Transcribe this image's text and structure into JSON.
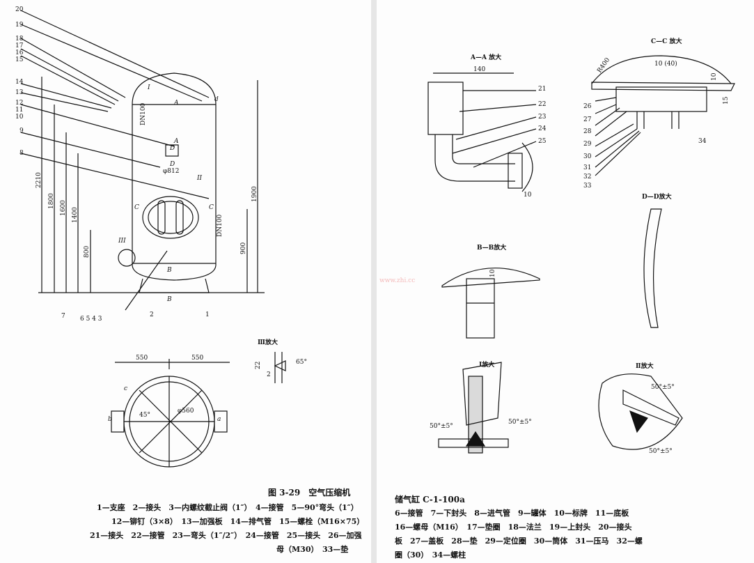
{
  "left_page": {
    "figure_title": "图 3-29　空气压缩机",
    "legend_lines": [
      "1—支座　2—接头　3—内螺纹截止阀（1″）　4—接管　5—90°弯头（1″）",
      "12—铆钉（3×8）　13—加强板　14—排气管　15—螺栓（M16×75）",
      "21—接头　22—接管　23—弯头（1″/2″）　24—接管　25—接头　26—加强",
      "母（M30）　33—垫"
    ],
    "callouts": [
      "20",
      "19",
      "18",
      "17",
      "16",
      "15",
      "14",
      "13",
      "12",
      "11",
      "10",
      "9",
      "8",
      "7",
      "1",
      "2"
    ],
    "dimensions": [
      "2210",
      "1800",
      "1600",
      "1400",
      "800",
      "1900",
      "900",
      "φ812",
      "DN100",
      "DN100",
      "550",
      "550",
      "φ560",
      "45°",
      "65°",
      "22",
      "2"
    ],
    "section_marks": [
      "A",
      "A",
      "D",
      "D",
      "C",
      "C",
      "B",
      "B",
      "I",
      "II",
      "III",
      "a",
      "b",
      "c",
      "d"
    ],
    "weld_marks": "6 5 4 3",
    "detail_title": "Ⅲ放大"
  },
  "right_page": {
    "figure_title": "储气缸 C-1-100a",
    "legend_lines": [
      "6—接管　7—下封头　8—进气管　9—罐体　10—标牌　11—底板",
      "16—螺母（M16）　17—垫圈　18—法兰　19—上封头　20—接头",
      "板　27—盖板　28—垫　29—定位圈　30—筒体　31—压马　32—螺",
      "圈（30）　34—螺柱"
    ],
    "views": [
      "A—A 放大",
      "C—C 放大",
      "D—D放大",
      "B—B放大",
      "Ⅰ放大",
      "Ⅱ放大"
    ],
    "callouts": [
      "21",
      "22",
      "23",
      "24",
      "25",
      "26",
      "27",
      "28",
      "29",
      "30",
      "31",
      "32",
      "33",
      "34"
    ],
    "dimensions": [
      "140",
      "10",
      "R400",
      "10 (40)",
      "10",
      "15",
      "10",
      "50°±5°",
      "50°±5°",
      "50°±5°",
      "50°±5°"
    ]
  },
  "watermark": "www.zhi.cc"
}
